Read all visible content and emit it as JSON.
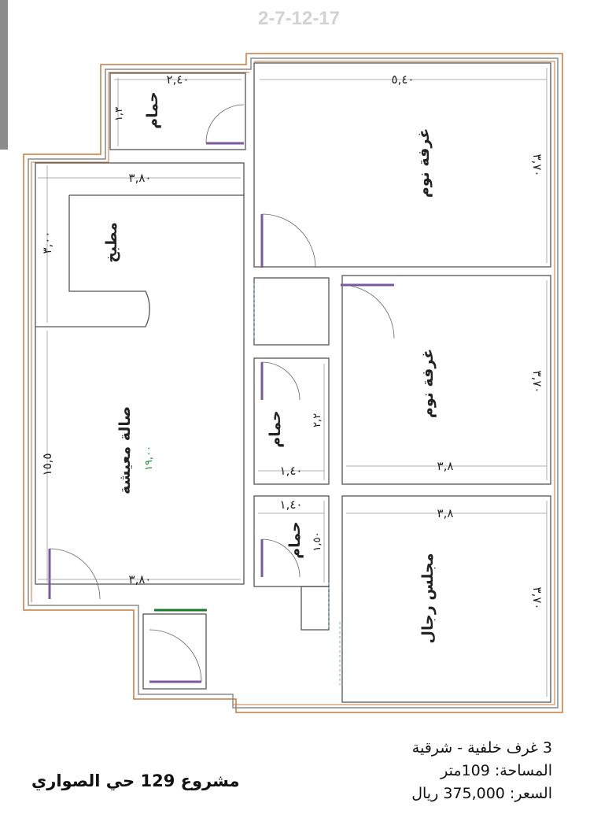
{
  "header": {
    "code": "2-7-12-17"
  },
  "rooms": {
    "bath_top": "حمام",
    "bedroom_1": "غرفة نوم",
    "kitchen": "مطبخ",
    "bedroom_2": "غرفة نوم",
    "living_hall": "صالة معيشة",
    "bath_middle": "حمام",
    "bath_lower": "حمام",
    "majlis": "مجلس رجال"
  },
  "dimensions": {
    "bath_top_width": "٢,٤٠",
    "bath_top_height": "١,٣",
    "bedroom_1_width": "٥,٤٠",
    "bedroom_1_height": "٣,٧٠",
    "living_width_top": "٣,٨٠",
    "kitchen_height": "٣,٠٠",
    "living_height": "١٥,٥",
    "living_area": "١٩,٠٠",
    "living_width_bottom": "٣,٨٠",
    "bedroom_2_height": "٣,٧٠",
    "bedroom_2_width": "٣,٨",
    "bath_middle_height": "٢,٢",
    "bath_middle_width": "١,٤٠",
    "bath_lower_width": "١,٤٠",
    "bath_lower_height": "١,٥٠",
    "majlis_width": "٣,٨",
    "majlis_height": "٣,٧٠"
  },
  "info": {
    "rooms": "3 غرف خلفية - شرقية",
    "area": "المساحة: 109متر",
    "price": "السعر: 375,000 ريال"
  },
  "project": "مشروع 129 حي الصواري"
}
